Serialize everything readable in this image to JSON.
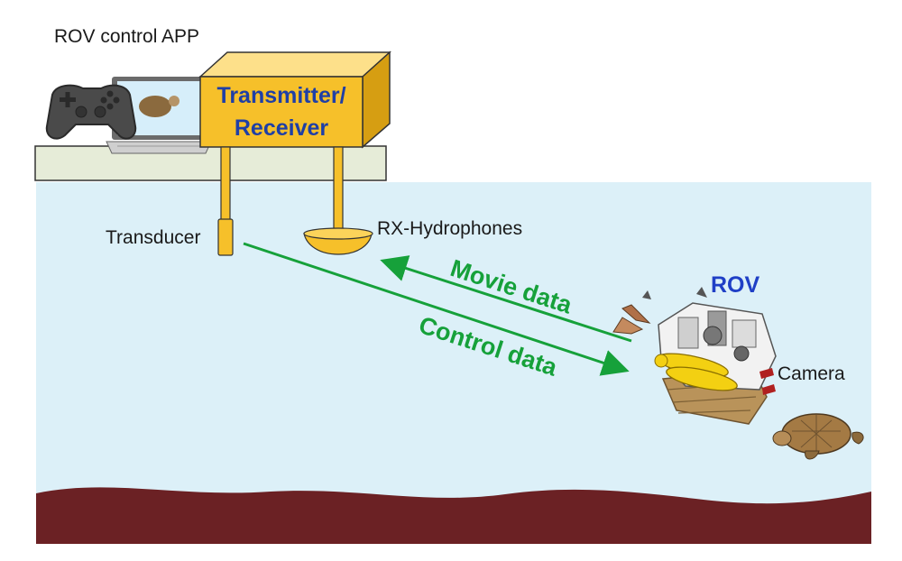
{
  "labels": {
    "app": "ROV control APP",
    "transmitter_line1": "Transmitter/",
    "transmitter_line2": "Receiver",
    "transducer": "Transducer",
    "hydrophones": "RX-Hydrophones",
    "movie_data": "Movie data",
    "control_data": "Control data",
    "rov": "ROV",
    "camera": "Camera"
  },
  "colors": {
    "water": "#dcf0f8",
    "seabed": "#6b2124",
    "desk": "#e6ecd8",
    "device_yellow": "#f6c02a",
    "arrow_green": "#16a13a",
    "box_text_blue": "#1f3fa6",
    "rov_label_blue": "#1f3fc6"
  },
  "icons": {
    "controller": "gamepad-icon",
    "laptop": "laptop-icon",
    "turtle": "sea-turtle-icon",
    "rov": "underwater-robot-icon"
  }
}
